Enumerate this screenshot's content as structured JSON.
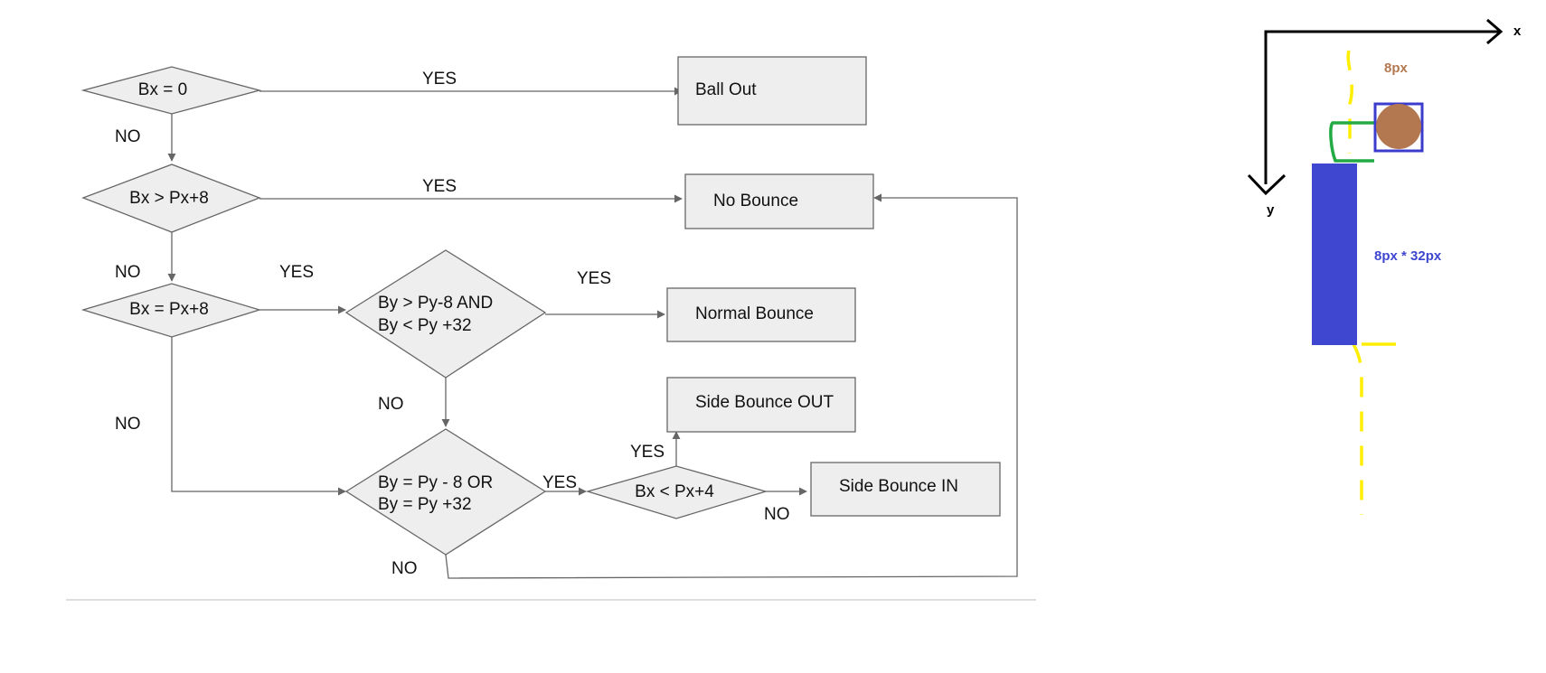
{
  "flowchart": {
    "decisions": {
      "bx_zero": [
        "Bx = 0"
      ],
      "bx_gt": [
        "Bx > Px+8"
      ],
      "bx_eq": [
        "Bx = Px+8"
      ],
      "by_range": [
        "By > Py-8  AND",
        "By < Py +32"
      ],
      "by_edge": [
        "By = Py - 8  OR",
        "By = Py +32"
      ],
      "bx_lt": [
        "Bx < Px+4"
      ]
    },
    "outcomes": {
      "ball_out": "Ball Out",
      "no_bounce": "No Bounce",
      "normal_bounce": "Normal Bounce",
      "side_bounce_out": "Side Bounce OUT",
      "side_bounce_in": "Side Bounce IN"
    },
    "yes": "YES",
    "no": "NO"
  },
  "geometry_diagram": {
    "axis_x_label": "x",
    "axis_y_label": "y",
    "ball_size_label": "8px",
    "paddle_size_label": "8px * 32px",
    "colors": {
      "ball": "#b47850",
      "ball_box": "#3c3ccc",
      "paddle": "#3f46cf",
      "dashed_boundary": "#ffee00",
      "green_path": "#22aa44",
      "ball_label": "#b47850",
      "paddle_label": "#3f46cf"
    }
  }
}
